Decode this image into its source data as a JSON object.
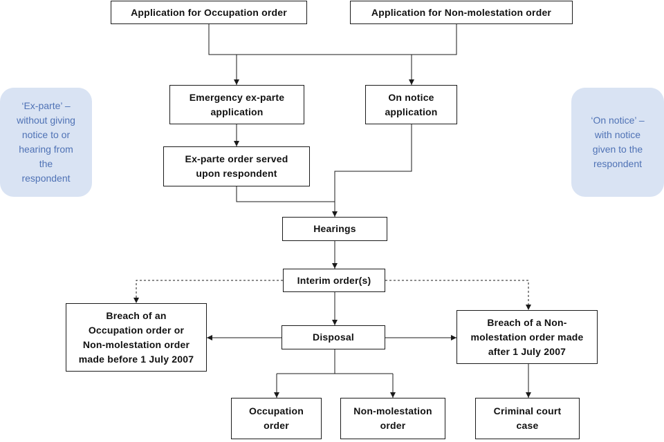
{
  "boxes": {
    "occupation_application": "Application for Occupation order",
    "non_molestation_application": "Application for Non-molestation order",
    "emergency_ex_parte": "Emergency ex-parte\napplication",
    "on_notice_application": "On notice\napplication",
    "ex_parte_order_served": "Ex-parte order served\nupon respondent",
    "hearings": "Hearings",
    "interim_orders": "Interim order(s)",
    "disposal": "Disposal",
    "breach_before_2007": "Breach of an\nOccupation order or\nNon-molestation order\nmade before 1 July 2007",
    "breach_after_2007": "Breach of a Non-\nmolestation order made\nafter 1 July 2007",
    "occupation_order": "Occupation\norder",
    "non_molestation_order": "Non-molestation\norder",
    "criminal_court_case": "Criminal court\ncase"
  },
  "notes": {
    "ex_parte": "‘Ex-parte’ –\nwithout giving\nnotice to or\nhearing from\nthe\nrespondent",
    "on_notice": "‘On notice’ –\nwith notice\ngiven to the\nrespondent"
  },
  "colors": {
    "note_fill": "#d9e3f3",
    "note_text": "#4f72b5",
    "line": "#1a1a1a"
  }
}
